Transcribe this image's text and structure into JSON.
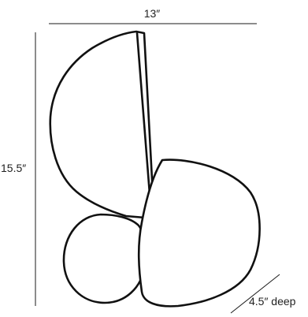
{
  "dimensions": {
    "width": "13″",
    "height": "15.5″",
    "depth": "4.5″ deep"
  },
  "colors": {
    "line": "#111111",
    "background": "#ffffff"
  }
}
